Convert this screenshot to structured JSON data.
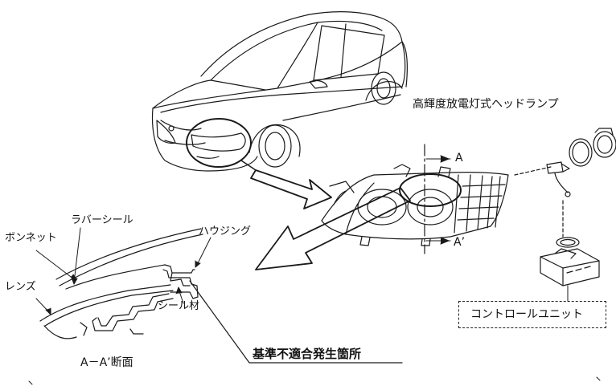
{
  "labels": {
    "headlamp": "高輝度放電灯式ヘッドランプ",
    "section_a_top": "A",
    "section_a_bottom": "A’",
    "rubber_seal": "ラバーシール",
    "housing": "ハウジング",
    "bonnet": "ボンネット",
    "lens": "レンズ",
    "seal_material": "シール材",
    "section_view": "A－A’断面",
    "nonconformity_location": "基準不適合発生箇所",
    "control_unit": "コントロールユニット"
  },
  "colors": {
    "line": "#1a1a1a",
    "background": "#ffffff"
  }
}
